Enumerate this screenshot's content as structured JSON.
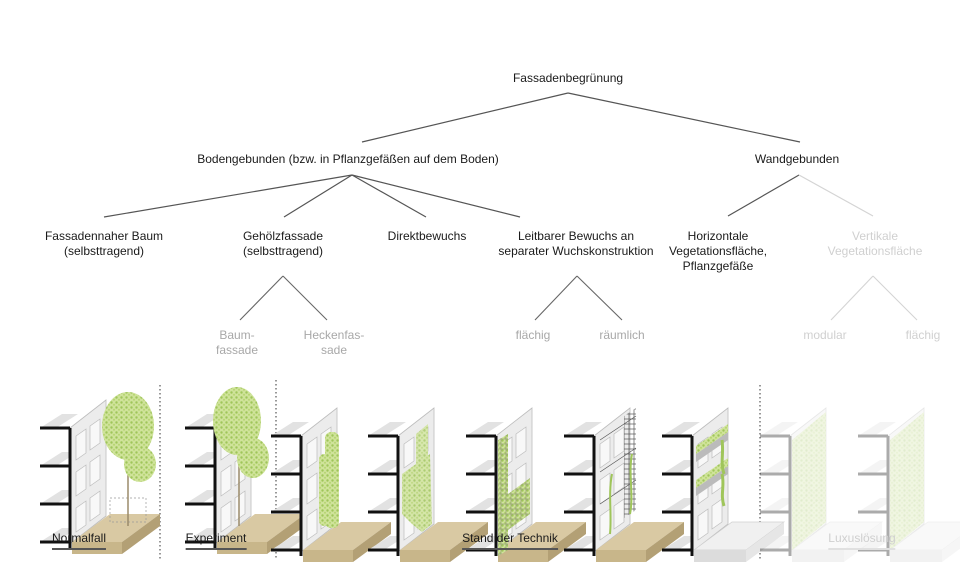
{
  "title": "Fassadenbegrünung",
  "level1": [
    {
      "id": "boden",
      "label": "Bodengebunden (bzw. in Pflanzgefäßen auf dem Boden)"
    },
    {
      "id": "wand",
      "label": "Wandgebunden"
    }
  ],
  "level2": [
    {
      "parent": "boden",
      "label": "Fassadennaher Baum\n(selbsttragend)",
      "style": "normal"
    },
    {
      "parent": "boden",
      "label": "Gehölzfassade\n(selbsttragend)",
      "style": "normal"
    },
    {
      "parent": "boden",
      "label": "Direktbewuchs",
      "style": "normal"
    },
    {
      "parent": "boden",
      "label": "Leitbarer Bewuchs an\nseparater Wuchskonstruktion",
      "style": "normal"
    },
    {
      "parent": "wand",
      "label": "Horizontale\nVegetationsfläche,\nPflanzgefäße",
      "style": "normal"
    },
    {
      "parent": "wand",
      "label": "Vertikale\nVegetationsfläche",
      "style": "faint"
    }
  ],
  "level3": [
    {
      "parent": "Gehölzfassade",
      "label": "Baum-\nfassade",
      "style": "dim"
    },
    {
      "parent": "Gehölzfassade",
      "label": "Heckenfas-\nsade",
      "style": "dim"
    },
    {
      "parent": "Leitbarer Bewuchs",
      "label": "flächig",
      "style": "dim"
    },
    {
      "parent": "Leitbarer Bewuchs",
      "label": "räumlich",
      "style": "dim"
    },
    {
      "parent": "Vertikale Vegetationsfläche",
      "label": "modular",
      "style": "faint"
    },
    {
      "parent": "Vertikale Vegetationsfläche",
      "label": "flächig",
      "style": "faint"
    }
  ],
  "illustrations": [
    {
      "name": "fassadennaher-baum",
      "vegetation": "tree",
      "base": "soil",
      "style": "normal"
    },
    {
      "name": "gehoelzfassade-baum",
      "vegetation": "tree",
      "base": "soil",
      "style": "normal"
    },
    {
      "name": "gehoelzfassade-hecke",
      "vegetation": "hedge",
      "base": "soil",
      "style": "normal"
    },
    {
      "name": "direktbewuchs",
      "vegetation": "climber",
      "base": "soil",
      "style": "normal"
    },
    {
      "name": "leitbar-flaechig",
      "vegetation": "trellis-flat",
      "base": "soil",
      "style": "normal"
    },
    {
      "name": "leitbar-raeumlich",
      "vegetation": "trellis-spatial",
      "base": "soil",
      "style": "normal"
    },
    {
      "name": "horizontale-vegetation",
      "vegetation": "planters",
      "base": "concrete",
      "style": "normal"
    },
    {
      "name": "vertikal-modular",
      "vegetation": "wall-modular",
      "base": "concrete",
      "style": "faint"
    },
    {
      "name": "vertikal-flaechig",
      "vegetation": "wall-flat",
      "base": "concrete",
      "style": "faint"
    }
  ],
  "categories": [
    {
      "label": "Normalfall",
      "style": "normal"
    },
    {
      "label": "Experiment",
      "style": "normal"
    },
    {
      "label": "Stand der Technik",
      "style": "normal"
    },
    {
      "label": "Luxuslösung",
      "style": "faint"
    }
  ],
  "colors": {
    "line": "#555555",
    "line_faint": "#d4d4d4",
    "foliage": "#b9d77a",
    "foliage_dark": "#8fb84a",
    "soil": "#d8c8a2",
    "soil_side": "#bfae86",
    "facade": "#e6e6e6",
    "structure": "#111111"
  }
}
